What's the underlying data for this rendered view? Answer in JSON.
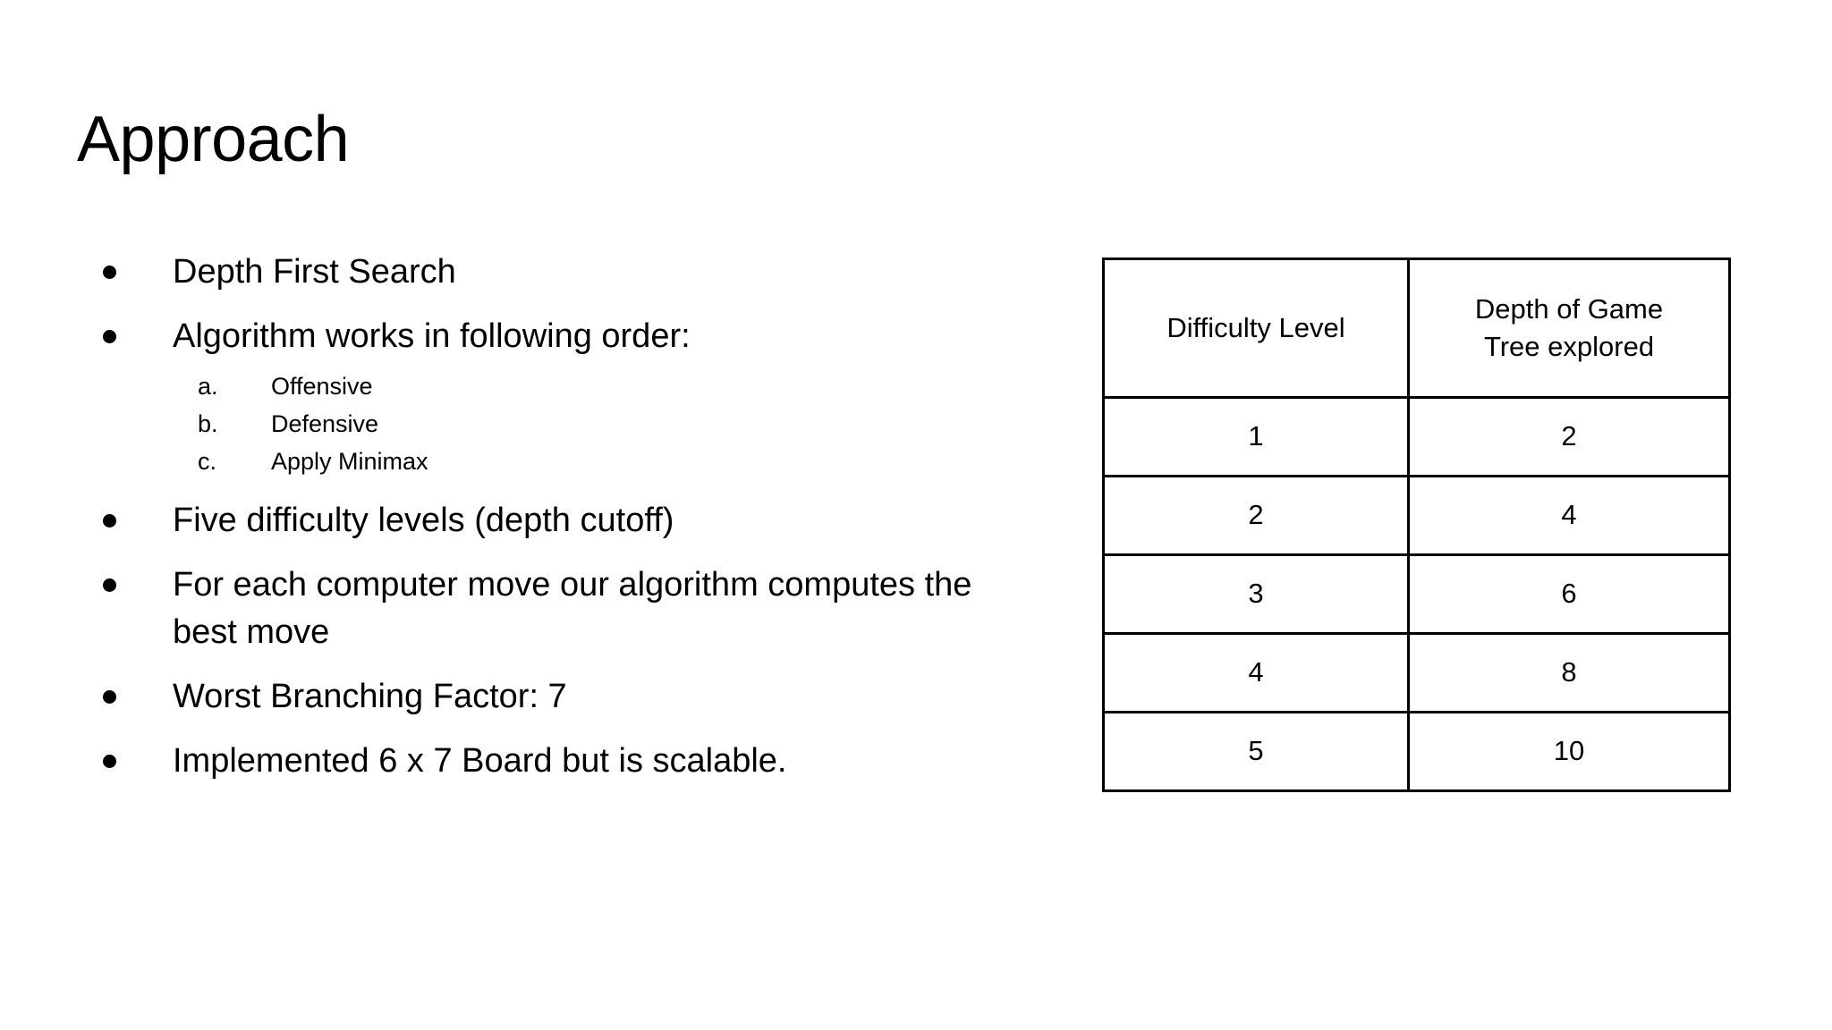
{
  "slide": {
    "title": "Approach",
    "background_color": "#ffffff",
    "text_color": "#000000"
  },
  "bullets": [
    {
      "text": "Depth First Search",
      "marker": "bullet",
      "sub_items": []
    },
    {
      "text": "Algorithm works in following order:",
      "marker": "bullet",
      "sub_items": [
        {
          "marker": "a.",
          "text": "Offensive"
        },
        {
          "marker": "b.",
          "text": "Defensive"
        },
        {
          "marker": "c.",
          "text": "Apply Minimax"
        }
      ]
    },
    {
      "text": "Five difficulty levels (depth cutoff)",
      "marker": "bullet",
      "sub_items": []
    },
    {
      "text": "For each computer move our algorithm computes the best move",
      "marker": "bullet",
      "sub_items": []
    },
    {
      "text": "Worst Branching Factor: 7",
      "marker": "bullet",
      "sub_items": []
    },
    {
      "text": "Implemented 6 x 7 Board but is scalable.",
      "marker": "bullet",
      "sub_items": []
    }
  ],
  "table": {
    "headers": [
      {
        "lines": [
          "Difficulty Level"
        ]
      },
      {
        "lines": [
          "Depth of Game",
          "Tree explored"
        ]
      }
    ],
    "rows": [
      [
        "1",
        "2"
      ],
      [
        "2",
        "4"
      ],
      [
        "3",
        "6"
      ],
      [
        "4",
        "8"
      ],
      [
        "5",
        "10"
      ]
    ],
    "border_color": "#000000"
  },
  "chart_data": {
    "type": "table",
    "title": "",
    "columns": [
      "Difficulty Level",
      "Depth of Game Tree explored"
    ],
    "categories": [
      "1",
      "2",
      "3",
      "4",
      "5"
    ],
    "values": [
      2,
      4,
      6,
      8,
      10
    ],
    "xlabel": "Difficulty Level",
    "ylabel": "Depth of Game Tree explored",
    "grid": true,
    "legend": "none"
  }
}
